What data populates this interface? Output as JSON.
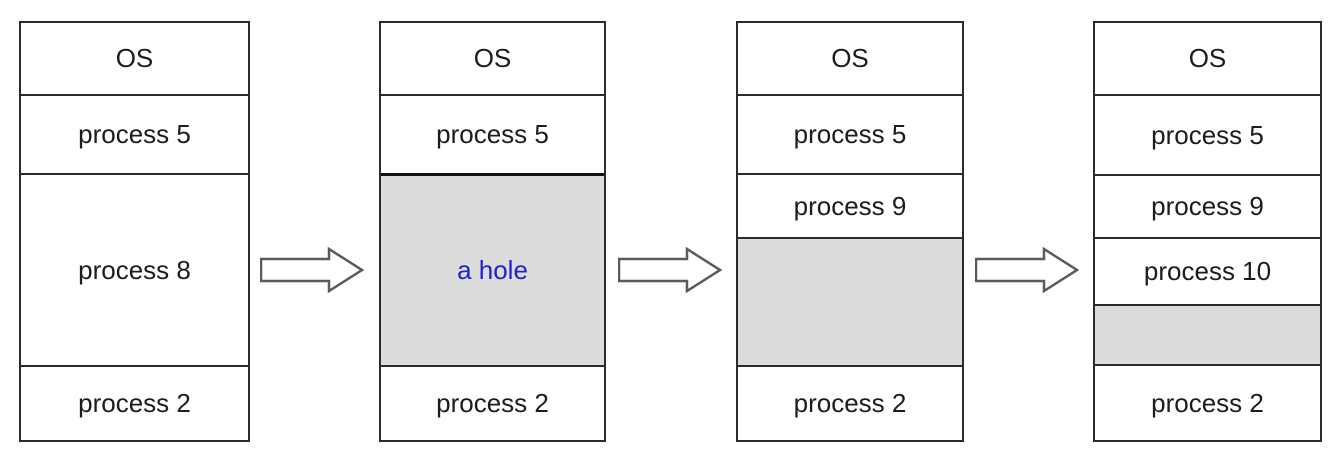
{
  "figure": {
    "description": "Memory allocation states with processes and holes",
    "colors": {
      "hole_bg": "#dcdcdc",
      "hole_text": "#2222cc",
      "box_border": "#2b2b2b",
      "arrow_outline": "#5a5a5a",
      "arrow_fill": "#ffffff"
    },
    "columns": [
      {
        "id": "state-1",
        "segments": [
          {
            "label": "OS",
            "height": 71,
            "type": "os"
          },
          {
            "label": "process 5",
            "height": 79,
            "type": "process"
          },
          {
            "label": "process 8",
            "height": 192,
            "type": "process"
          },
          {
            "label": "process 2",
            "height": 75,
            "type": "process"
          }
        ]
      },
      {
        "id": "state-2",
        "segments": [
          {
            "label": "OS",
            "height": 71,
            "type": "os"
          },
          {
            "label": "process 5",
            "height": 79,
            "type": "process"
          },
          {
            "label": "a hole",
            "height": 192,
            "type": "hole",
            "emphasis_top": true
          },
          {
            "label": "process 2",
            "height": 75,
            "type": "process"
          }
        ]
      },
      {
        "id": "state-3",
        "segments": [
          {
            "label": "OS",
            "height": 71,
            "type": "os"
          },
          {
            "label": "process 5",
            "height": 79,
            "type": "process"
          },
          {
            "label": "process 9",
            "height": 64,
            "type": "process"
          },
          {
            "label": "",
            "height": 128,
            "type": "hole"
          },
          {
            "label": "process 2",
            "height": 75,
            "type": "process"
          }
        ]
      },
      {
        "id": "state-4",
        "segments": [
          {
            "label": "OS",
            "height": 71,
            "type": "os"
          },
          {
            "label": "process 5",
            "height": 80,
            "type": "process"
          },
          {
            "label": "process 9",
            "height": 63,
            "type": "process"
          },
          {
            "label": "process 10",
            "height": 67,
            "type": "process"
          },
          {
            "label": "",
            "height": 60,
            "type": "hole"
          },
          {
            "label": "process 2",
            "height": 76,
            "type": "process"
          }
        ]
      }
    ],
    "arrows": [
      {
        "id": "arrow-1"
      },
      {
        "id": "arrow-2"
      },
      {
        "id": "arrow-3"
      }
    ]
  }
}
